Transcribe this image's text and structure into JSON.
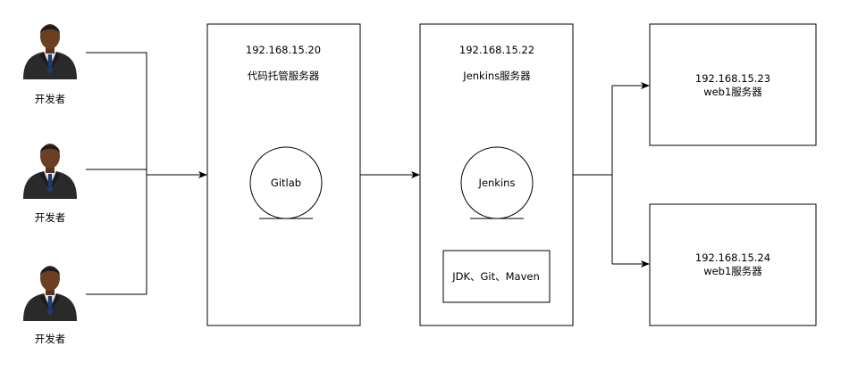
{
  "developers": [
    {
      "label": "开发者",
      "icon": "developer-person-icon"
    },
    {
      "label": "开发者",
      "icon": "developer-person-icon"
    },
    {
      "label": "开发者",
      "icon": "developer-person-icon"
    }
  ],
  "gitlab_server": {
    "ip": "192.168.15.20",
    "name": "代码托管服务器",
    "service": "Gitlab"
  },
  "jenkins_server": {
    "ip": "192.168.15.22",
    "name": "Jenkins服务器",
    "service": "Jenkins",
    "tools": "JDK、Git、Maven"
  },
  "web_servers": [
    {
      "ip": "192.168.15.23",
      "name": "web1服务器"
    },
    {
      "ip": "192.168.15.24",
      "name": "web1服务器"
    }
  ],
  "colors": {
    "line": "#000000",
    "skin": "#6b3f22",
    "suit": "#2a2a2a",
    "shirt": "#e8e8e8",
    "tie": "#1e3a6e"
  }
}
